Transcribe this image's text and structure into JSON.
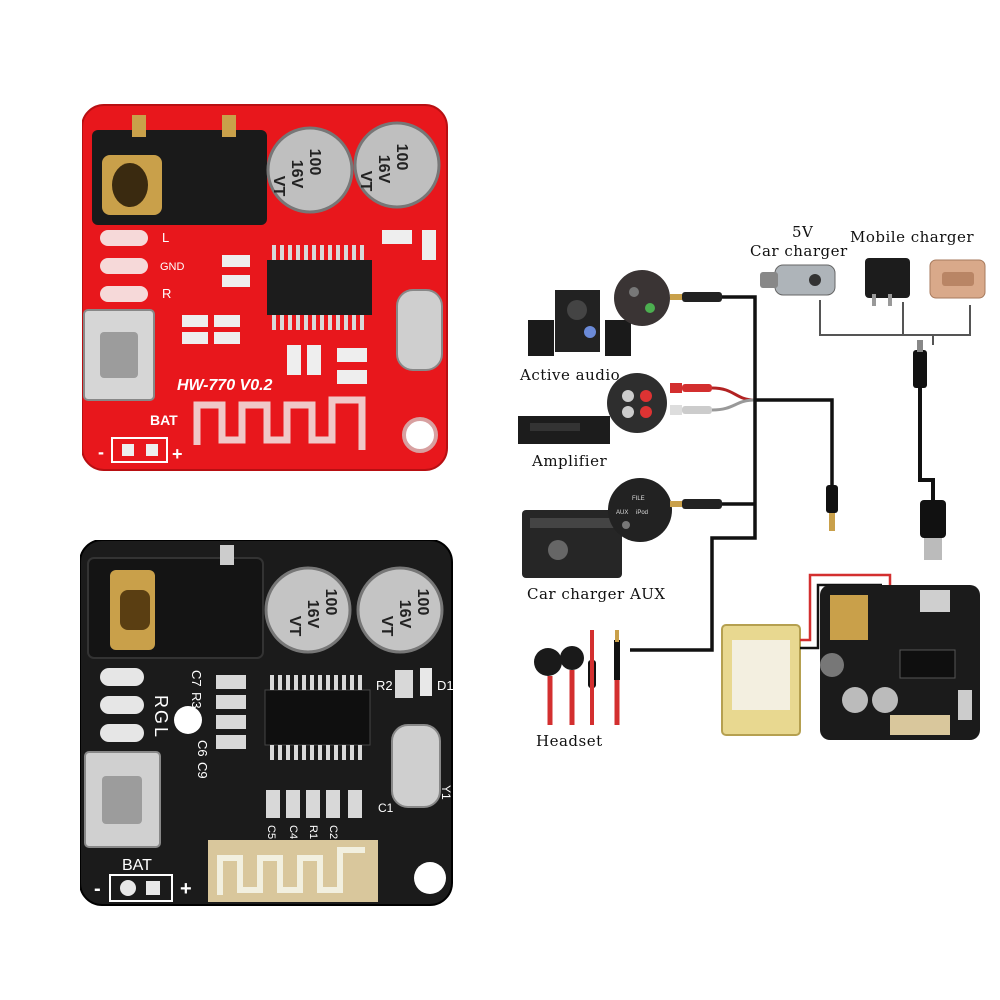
{
  "red_board": {
    "model": "HW-770 V0.2",
    "bat_label": "BAT",
    "minus": "-",
    "plus": "+",
    "cap1": [
      "100",
      "16V",
      "VT"
    ],
    "cap2": [
      "100",
      "16V",
      "VT"
    ],
    "pads": [
      "L",
      "GND",
      "R"
    ],
    "board_color": "#e8171c"
  },
  "black_board": {
    "bat_label": "BAT",
    "minus": "-",
    "plus": "+",
    "cap1": [
      "100",
      "16V",
      "VT"
    ],
    "cap2": [
      "100",
      "16V",
      "VT"
    ],
    "pads": [
      "R",
      "G",
      "L"
    ],
    "silk": [
      "C7",
      "R3",
      "C6",
      "C9",
      "R2",
      "D1",
      "Y1",
      "C1",
      "C5",
      "C4",
      "R1",
      "C2"
    ],
    "board_color": "#1b1b1b"
  },
  "diagram": {
    "labels": {
      "five_v": "5V",
      "car_charger": "Car charger",
      "mobile_charger": "Mobile charger",
      "active_audio": "Active audio",
      "amplifier": "Amplifier",
      "car_charger_aux": "Car charger AUX",
      "headset": "Headset"
    },
    "aux_panel": [
      "FILE",
      "AUX",
      "iPod"
    ],
    "wire_color": "#111111"
  }
}
